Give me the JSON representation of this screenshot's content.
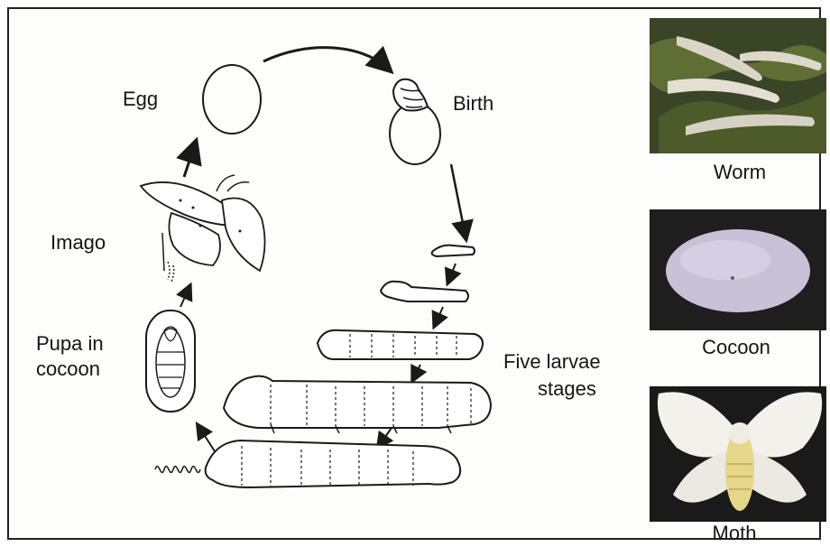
{
  "diagram": {
    "stage_labels": {
      "egg": "Egg",
      "birth": "Birth",
      "imago": "Imago",
      "pupa_line1": "Pupa in",
      "pupa_line2": "cocoon",
      "larvae_line1": "Five larvae",
      "larvae_line2": "stages"
    }
  },
  "photos": [
    {
      "caption": "Worm",
      "icon": "silkworm-photo"
    },
    {
      "caption": "Cocoon",
      "icon": "cocoon-photo"
    },
    {
      "caption": "Moth",
      "icon": "moth-photo"
    }
  ],
  "colors": {
    "line": "#1a1a1a",
    "photo_dark": "#1c1c1c",
    "leaf": "#4a5a2a",
    "worm": "#d9d6c8",
    "cocoon": "#c7bfd6",
    "moth_wing": "#f4f2ee",
    "moth_body": "#e8d98a"
  }
}
